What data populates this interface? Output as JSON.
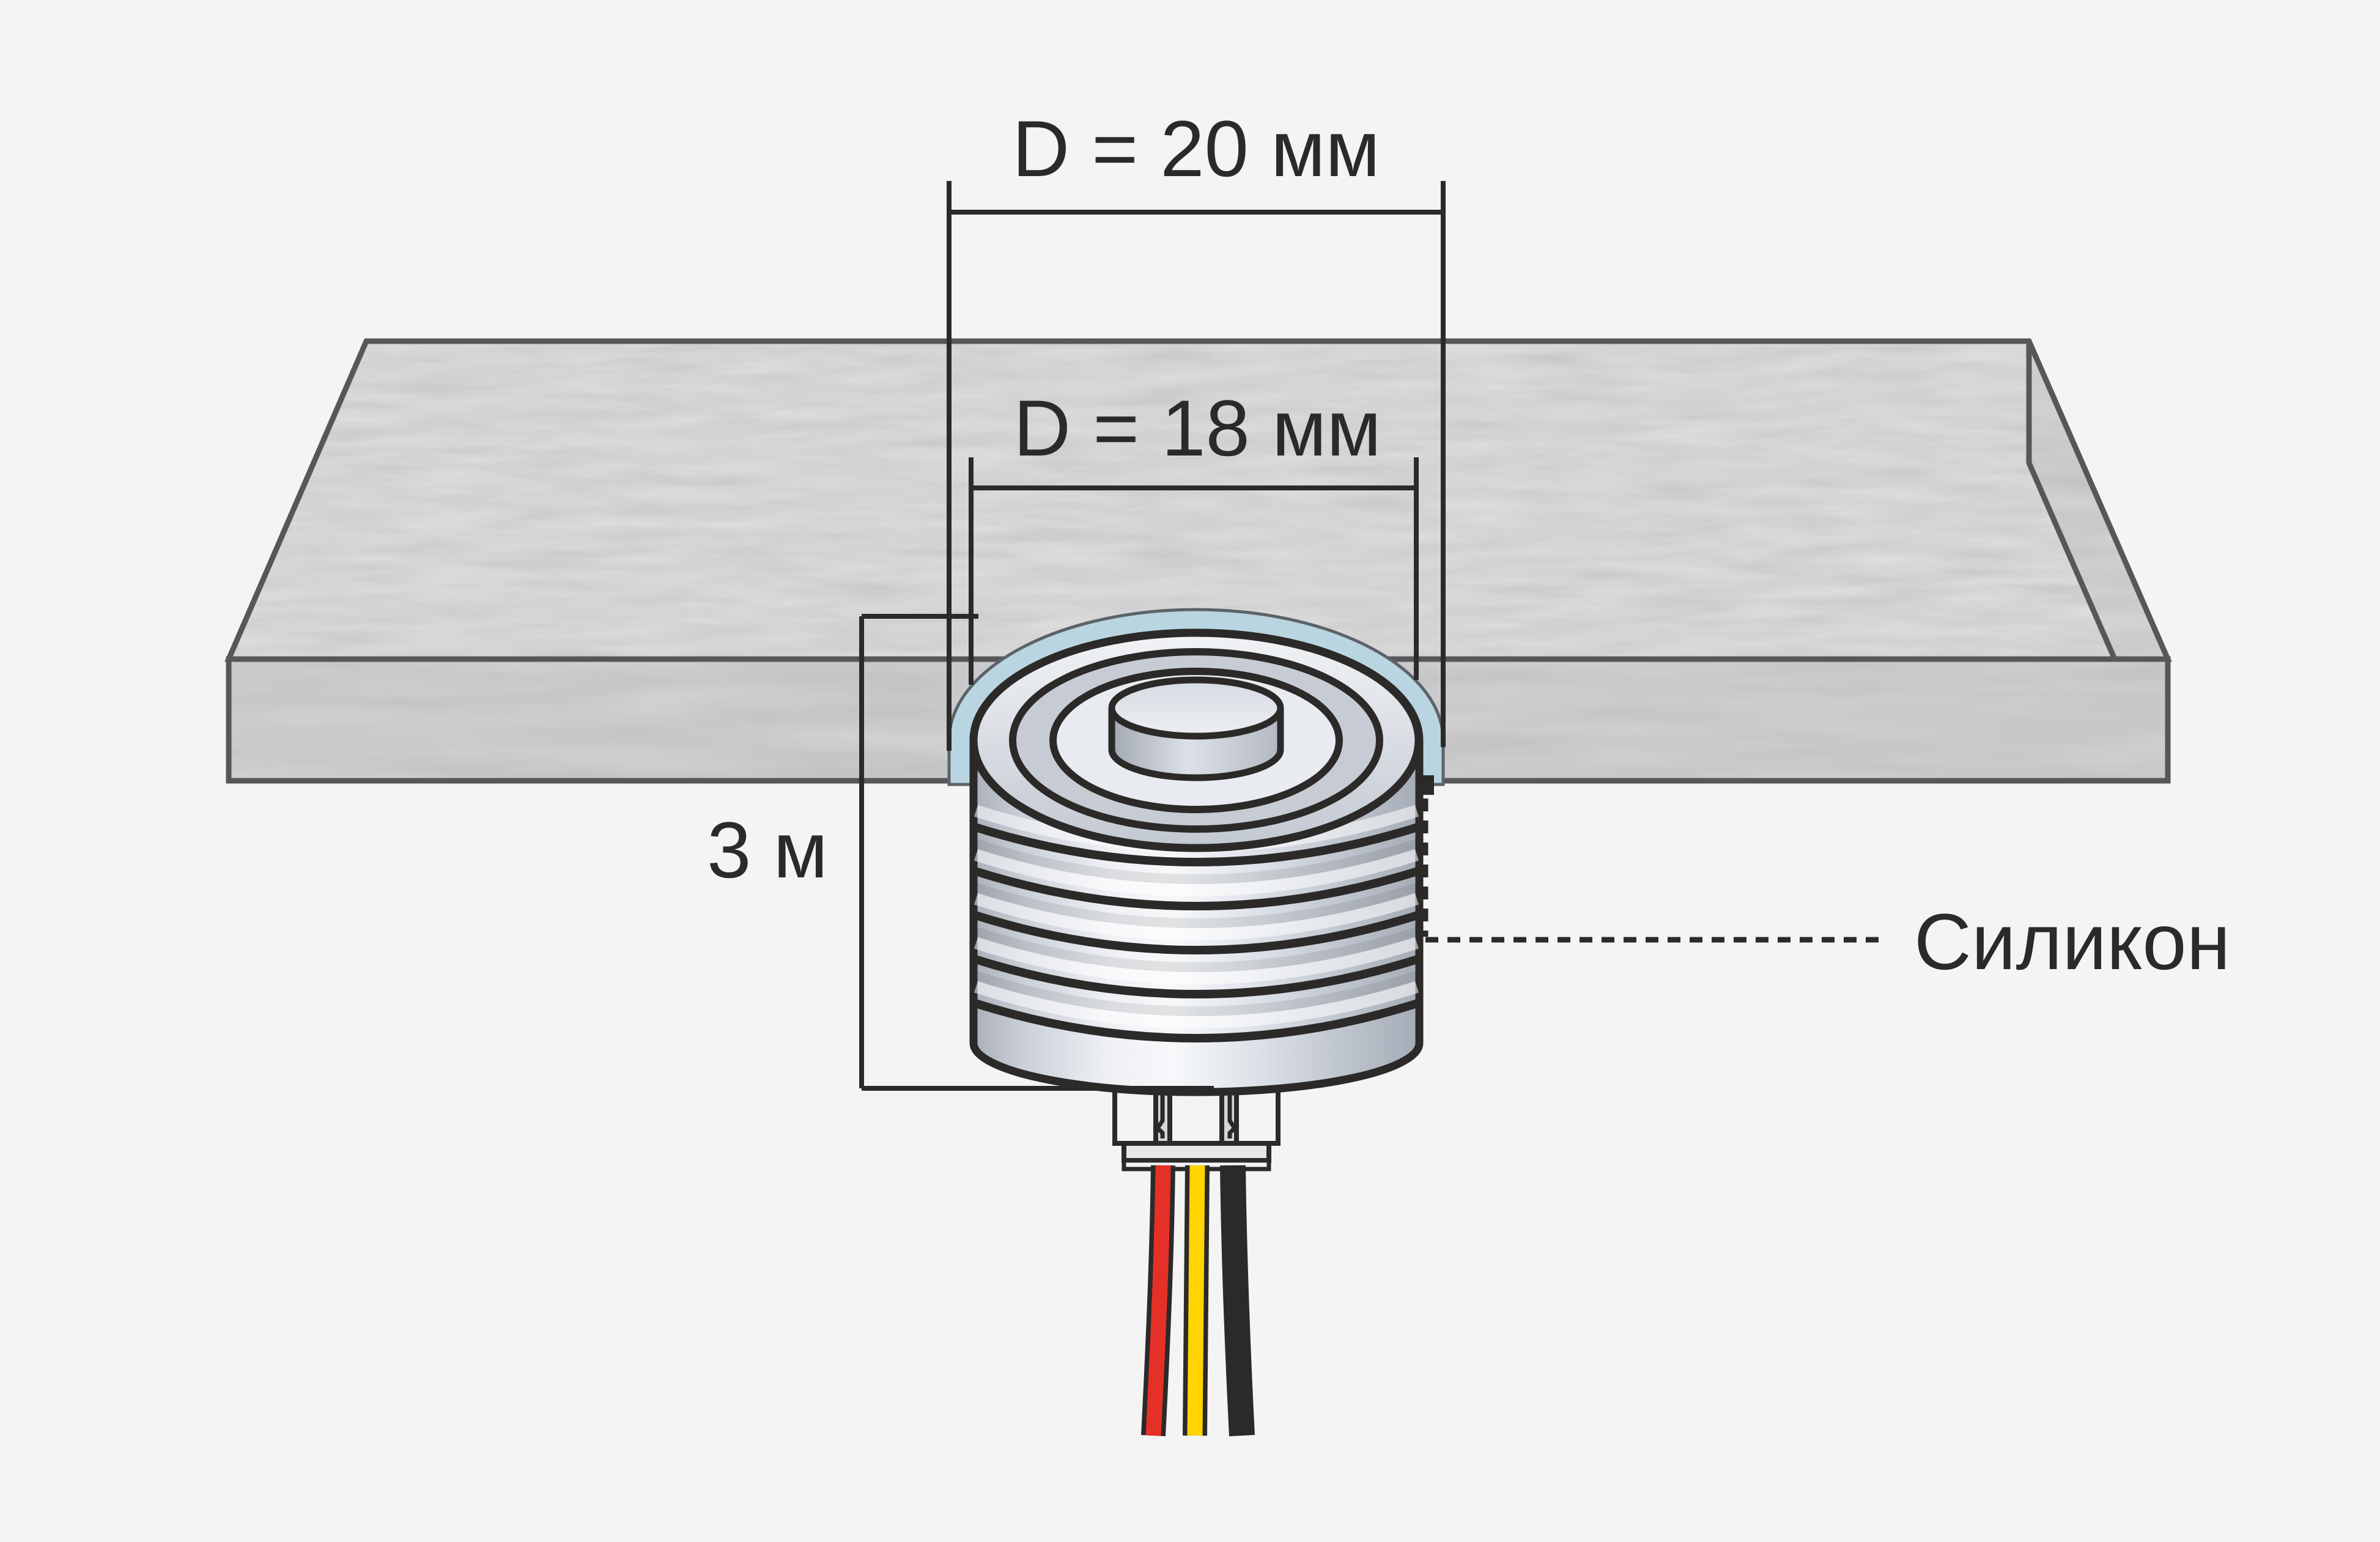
{
  "diagram": {
    "kind": "installation-cross-section",
    "labels": {
      "hole_diameter": "D = 20 мм",
      "device_diameter": "D = 18 мм",
      "cable_length": "3 м",
      "sealant": "Силикон"
    },
    "dimensions": {
      "hole_diameter_mm": 20,
      "device_diameter_mm": 18,
      "length_m": 3
    }
  },
  "colors": {
    "background": "#f4f4f4",
    "silicone": "#b9d5e1",
    "wire_red": "#e53028",
    "wire_yellow": "#ffd400",
    "wire_black": "#2b2a29",
    "line": "#2b2a29",
    "slab_edge": "#57575a"
  }
}
